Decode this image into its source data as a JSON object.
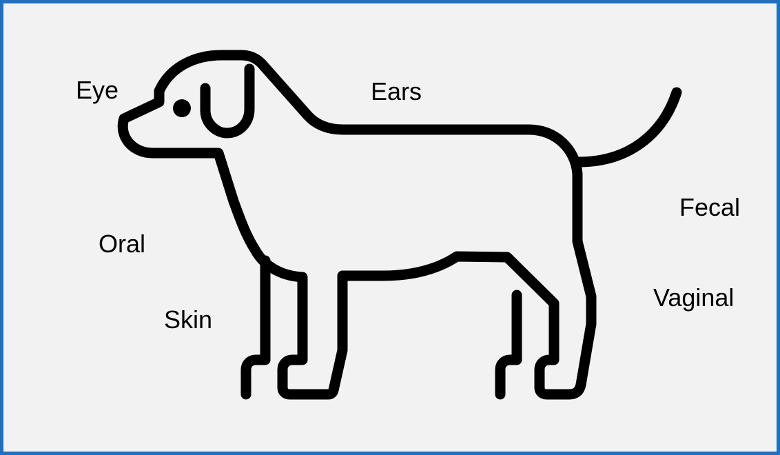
{
  "diagram": {
    "labels": {
      "eye": "Eye",
      "ears": "Ears",
      "fecal": "Fecal",
      "oral": "Oral",
      "vaginal": "Vaginal",
      "skin": "Skin"
    },
    "icon": "dog-outline-icon",
    "colors": {
      "border": "#1f70c1",
      "background": "#f2f2f2",
      "stroke": "#000000"
    }
  }
}
